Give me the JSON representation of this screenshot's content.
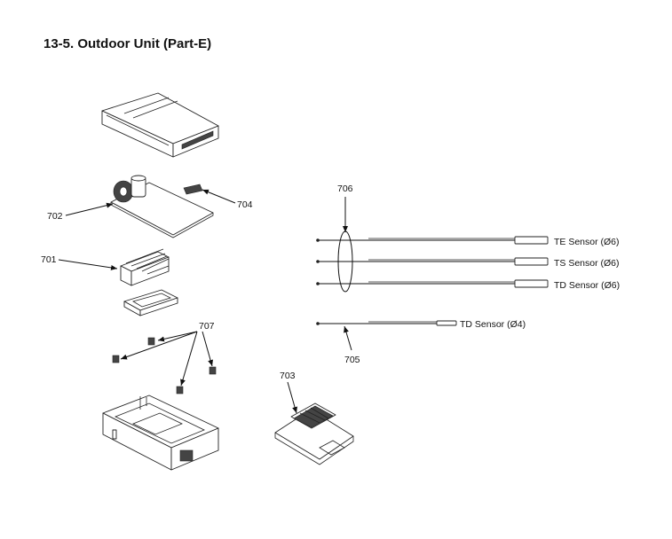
{
  "page": {
    "title": "13-5. Outdoor Unit (Part-E)"
  },
  "labels": {
    "p701": "701",
    "p702": "702",
    "p703": "703",
    "p704": "704",
    "p705": "705",
    "p706": "706",
    "p707": "707"
  },
  "sensors": {
    "te": "TE Sensor (Ø6)",
    "ts": "TS Sensor (Ø6)",
    "td6": "TD Sensor (Ø6)",
    "td4": "TD Sensor (Ø4)"
  }
}
